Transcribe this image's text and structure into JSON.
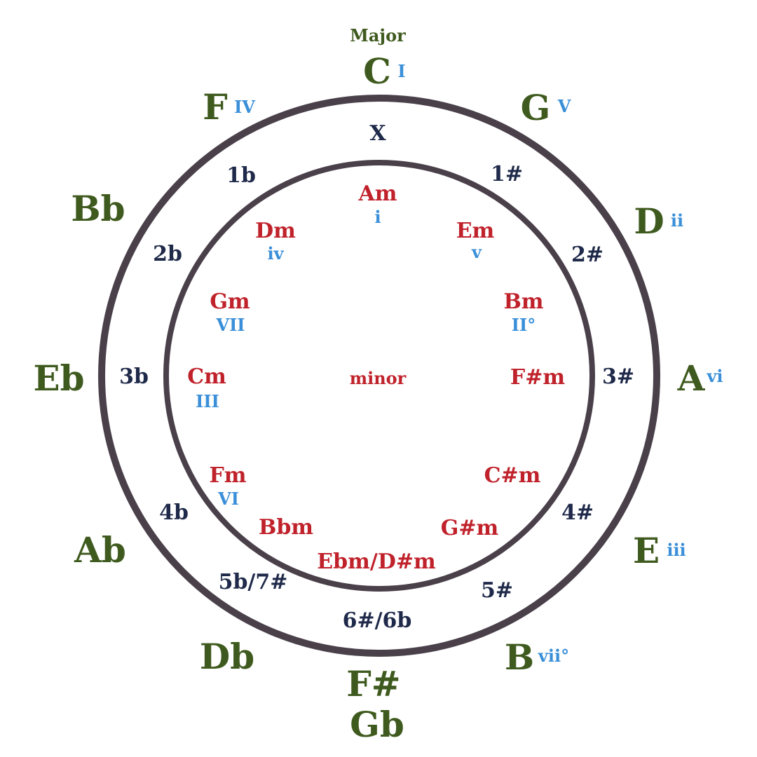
{
  "titles": {
    "major": "Major",
    "minor": "minor"
  },
  "colors": {
    "major": "#3f5a1e",
    "minor": "#c0222b",
    "roman": "#3a8fd8",
    "signature": "#1f2a4a",
    "ring": "#4a404a"
  },
  "major_keys": [
    {
      "key": "C",
      "roman": "I"
    },
    {
      "key": "G",
      "roman": "V"
    },
    {
      "key": "D",
      "roman": "ii"
    },
    {
      "key": "A",
      "roman": "vi"
    },
    {
      "key": "E",
      "roman": "iii"
    },
    {
      "key": "B",
      "roman": "vii°"
    },
    {
      "key": "F#",
      "key2": "Gb"
    },
    {
      "key": "Db"
    },
    {
      "key": "Ab"
    },
    {
      "key": "Eb"
    },
    {
      "key": "Bb"
    },
    {
      "key": "F",
      "roman": "IV"
    }
  ],
  "signatures": [
    "X",
    "1#",
    "2#",
    "3#",
    "4#",
    "5#",
    "6#/6b",
    "5b/7#",
    "4b",
    "3b",
    "2b",
    "1b"
  ],
  "minor_keys": [
    {
      "key": "Am",
      "roman": "i"
    },
    {
      "key": "Em",
      "roman": "v"
    },
    {
      "key": "Bm",
      "roman": "II°"
    },
    {
      "key": "F#m"
    },
    {
      "key": "C#m"
    },
    {
      "key": "G#m"
    },
    {
      "key": "Ebm/D#m"
    },
    {
      "key": "Bbm"
    },
    {
      "key": "Fm",
      "roman": "VI"
    },
    {
      "key": "Cm",
      "roman": "III"
    },
    {
      "key": "Gm",
      "roman": "VII"
    },
    {
      "key": "Dm",
      "roman": "iv"
    }
  ]
}
